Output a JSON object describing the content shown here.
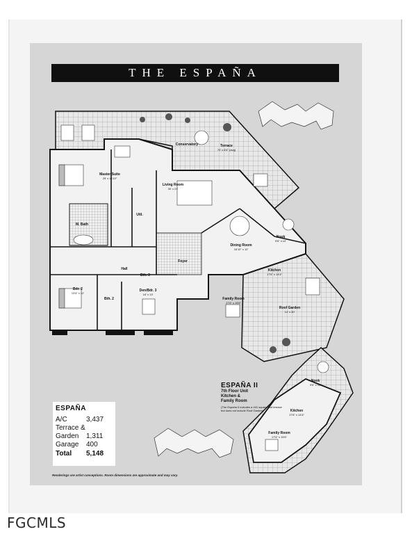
{
  "title": "THE ESPAÑA",
  "rooms": {
    "terrace": {
      "label": "Terrace",
      "dim": "70' x 6'6\" (avg)"
    },
    "conservatory": {
      "label": "Conservatory",
      "dim": ""
    },
    "master_suite": {
      "label": "Master Suite",
      "dim": "25' x 14'10\""
    },
    "living_room": {
      "label": "Living Room",
      "dim": "30' x 21'"
    },
    "m_bath": {
      "label": "M. Bath",
      "dim": ""
    },
    "util": {
      "label": "Util.",
      "dim": ""
    },
    "nook": {
      "label": "Nook",
      "dim": "9'6\" x 10'"
    },
    "dining_room": {
      "label": "Dining Room",
      "dim": "16'10\" x 12'"
    },
    "kitchen": {
      "label": "Kitchen",
      "dim": "17'6\" x 14'4\""
    },
    "hall": {
      "label": "Hall",
      "dim": ""
    },
    "foyer": {
      "label": "Foyer",
      "dim": ""
    },
    "bdr2": {
      "label": "Bdr. 2",
      "dim": "13'4\" x 12'"
    },
    "bth2": {
      "label": "Bth. 2",
      "dim": ""
    },
    "bth3": {
      "label": "Bth. 3",
      "dim": ""
    },
    "den": {
      "label": "Den/Bdr. 3",
      "dim": "16' x 13'"
    },
    "family_room": {
      "label": "Family Room",
      "dim": "17'6\" x 15'6\""
    },
    "roof_garden": {
      "label": "Roof Garden",
      "dim": "14' x 30'"
    }
  },
  "summary": {
    "name": "ESPAÑA",
    "rows": [
      {
        "label": "A/C",
        "value": "3,437"
      },
      {
        "label": "Terrace &",
        "value": ""
      },
      {
        "label": "Garden",
        "value": "1,311"
      },
      {
        "label": "Garage",
        "value": "400"
      },
      {
        "label": "Total",
        "value": "5,148"
      }
    ]
  },
  "espana2": {
    "title": "ESPAÑA II",
    "subtitle_1": "7th Floor Unit",
    "subtitle_2": "Kitchen &",
    "subtitle_3": "Family Room",
    "note": "(The Espaňa II includes a 441 square foot terrace but does not include Roof Garden)",
    "rooms": {
      "nook": {
        "label": "Nook",
        "dim": "9'6\" x 10'"
      },
      "kitchen": {
        "label": "Kitchen",
        "dim": "17'6\" x 14'4\""
      },
      "family_room": {
        "label": "Family Room",
        "dim": "17'6\" x 15'6\""
      }
    }
  },
  "footnote": "Renderings are artist conceptions. Room dimensions are approximate and may vary.",
  "watermark": "FGCMLS",
  "colors": {
    "paper": "#d6d6d6",
    "sheet": "#f4f4f4",
    "title_bar": "#101010",
    "wall": "#151515"
  }
}
